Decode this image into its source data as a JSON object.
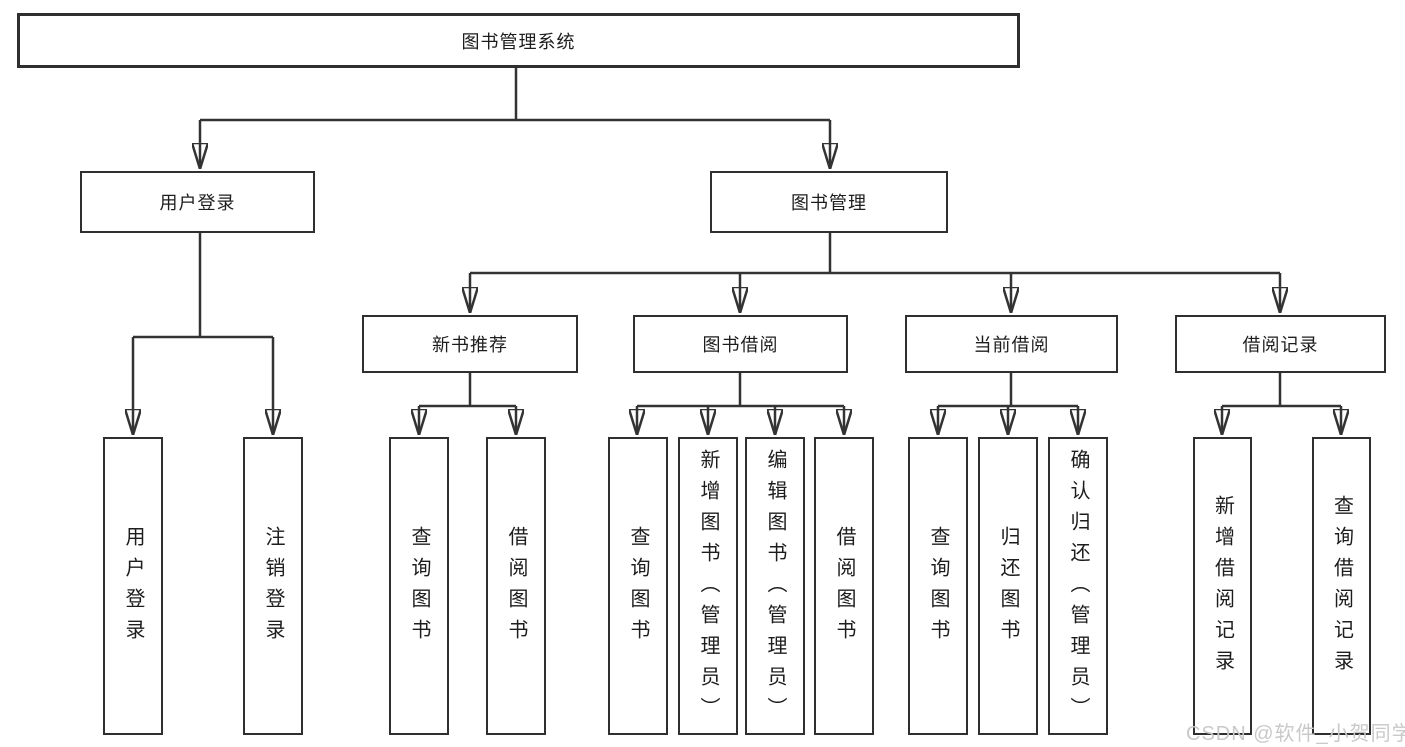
{
  "diagram_type": "hierarchy-tree",
  "colors": {
    "background": "#ffffff",
    "line": "#333333",
    "box_border": "#2f2f2f",
    "text": "#1d1d1d",
    "watermark": "#c9c9c9"
  },
  "tree": {
    "label": "图书管理系统",
    "children": [
      {
        "label": "用户登录",
        "children": [
          {
            "label": "用户登录"
          },
          {
            "label": "注销登录"
          }
        ]
      },
      {
        "label": "图书管理",
        "children": [
          {
            "label": "新书推荐",
            "children": [
              {
                "label": "查询图书"
              },
              {
                "label": "借阅图书"
              }
            ]
          },
          {
            "label": "图书借阅",
            "children": [
              {
                "label": "查询图书"
              },
              {
                "label": "新增图书（管理员）"
              },
              {
                "label": "编辑图书（管理员）"
              },
              {
                "label": "借阅图书"
              }
            ]
          },
          {
            "label": "当前借阅",
            "children": [
              {
                "label": "查询图书"
              },
              {
                "label": "归还图书"
              },
              {
                "label": "确认归还（管理员）"
              }
            ]
          },
          {
            "label": "借阅记录",
            "children": [
              {
                "label": "新增借阅记录"
              },
              {
                "label": "查询借阅记录"
              }
            ]
          }
        ]
      }
    ]
  },
  "watermark": "CSDN @软件_小贺同学"
}
